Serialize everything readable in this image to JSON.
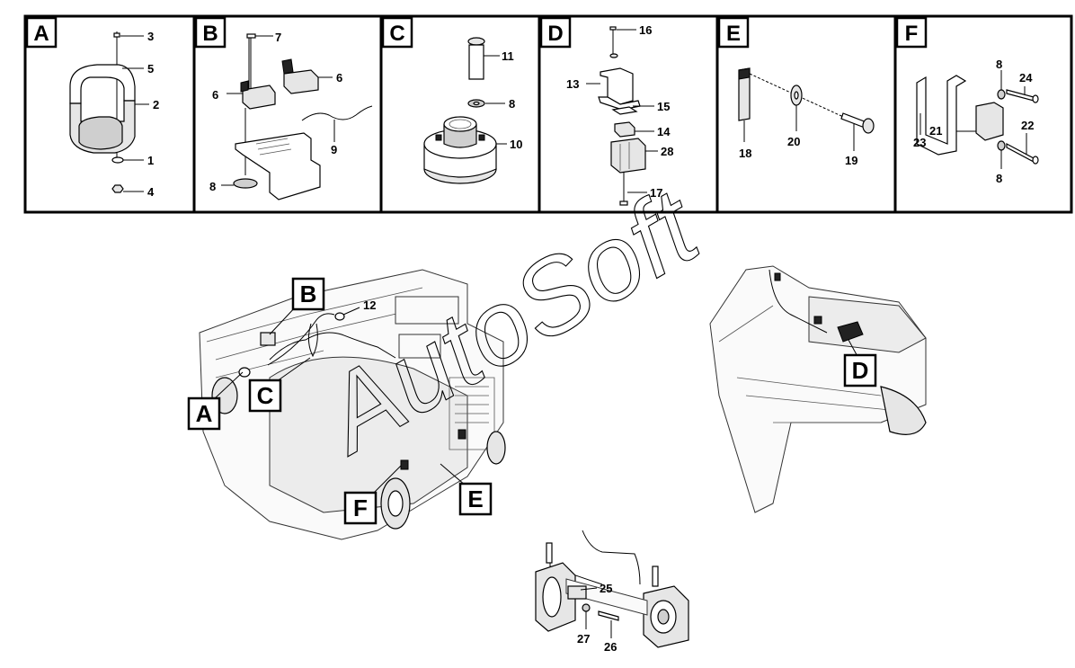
{
  "panels": [
    {
      "letter": "A",
      "numbers": [
        "3",
        "5",
        "2",
        "1",
        "4"
      ]
    },
    {
      "letter": "B",
      "numbers": [
        "7",
        "6",
        "6",
        "9",
        "8"
      ]
    },
    {
      "letter": "C",
      "numbers": [
        "11",
        "8",
        "10"
      ]
    },
    {
      "letter": "D",
      "numbers": [
        "16",
        "13",
        "15",
        "14",
        "28",
        "17"
      ]
    },
    {
      "letter": "E",
      "numbers": [
        "18",
        "20",
        "19"
      ]
    },
    {
      "letter": "F",
      "numbers": [
        "8",
        "24",
        "23",
        "21",
        "22",
        "8"
      ]
    }
  ],
  "callouts": {
    "A": "A",
    "B": "B",
    "C": "C",
    "D": "D",
    "E": "E",
    "F": "F"
  },
  "main_labels": {
    "n12": "12",
    "n25": "25",
    "n27": "27",
    "n26": "26"
  },
  "watermark": "AutoSoft"
}
